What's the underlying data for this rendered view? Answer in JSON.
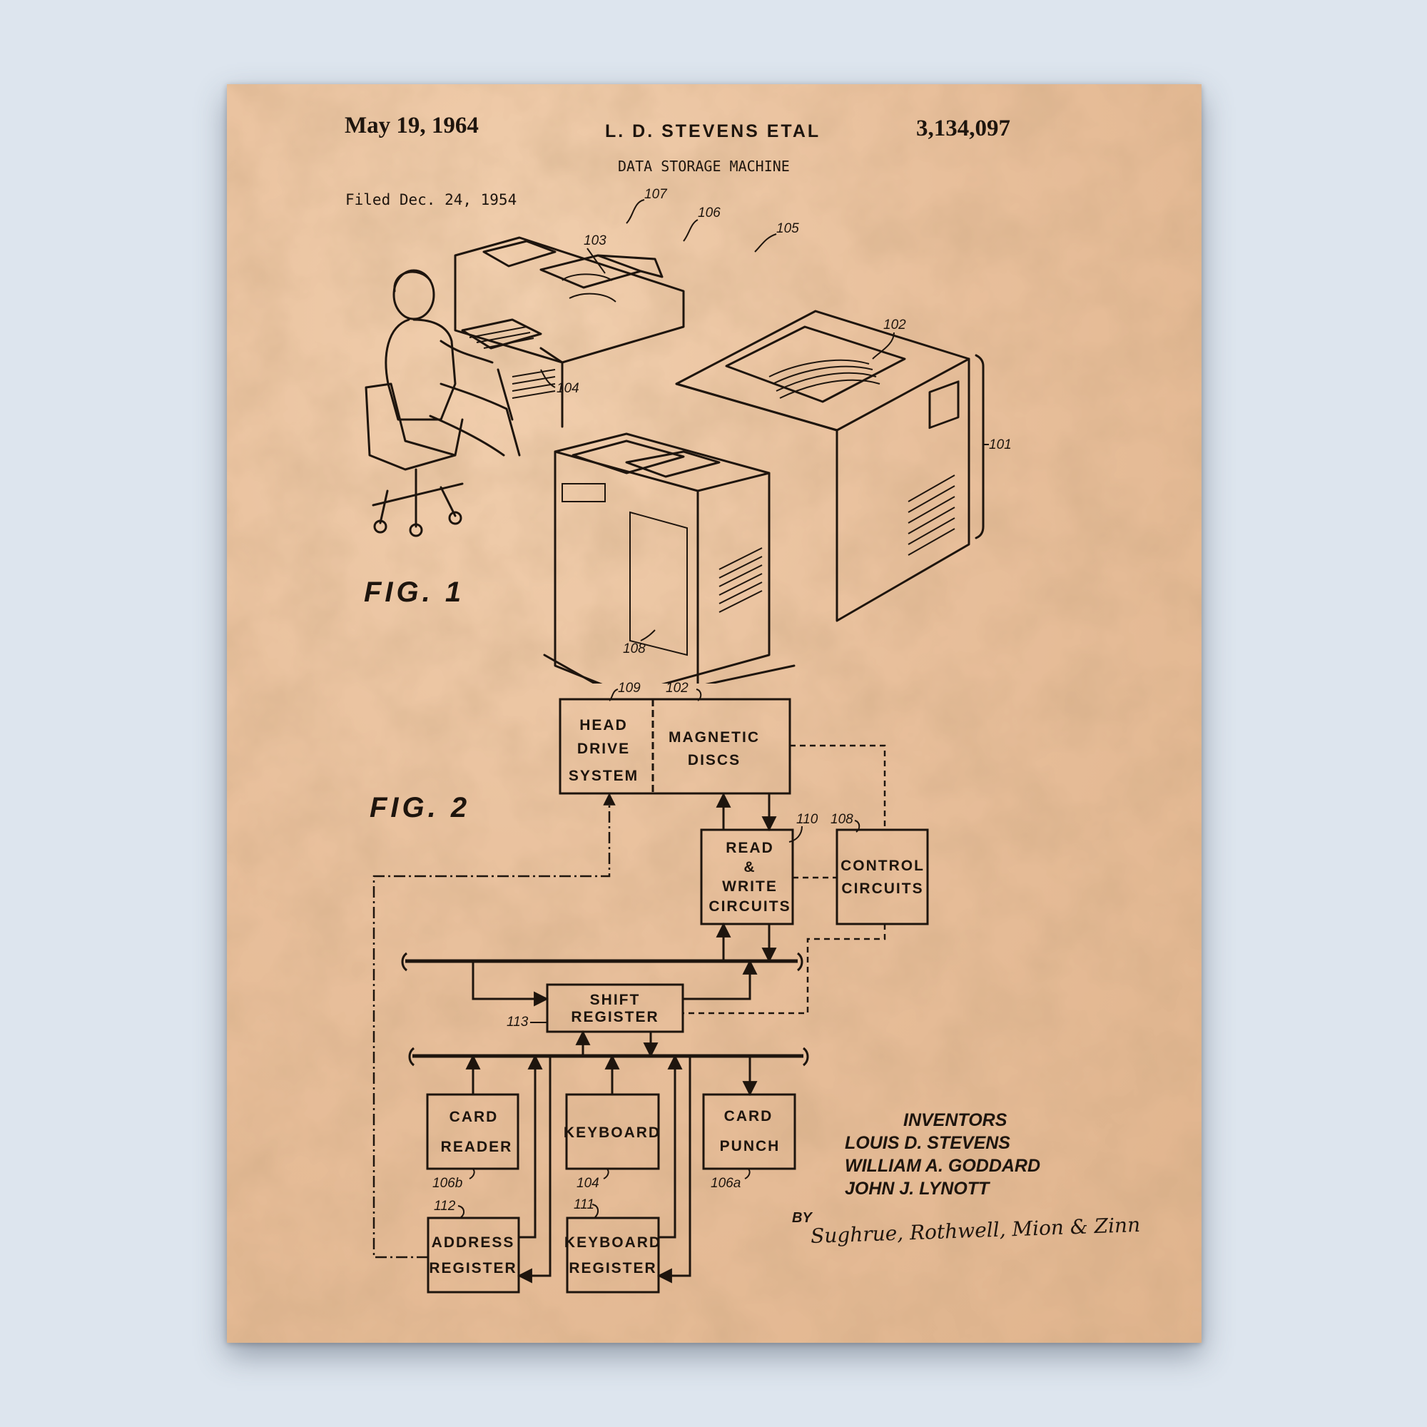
{
  "header": {
    "date": "May 19, 1964",
    "inventors_short": "L. D. STEVENS ETAL",
    "patent_number": "3,134,097",
    "title": "DATA STORAGE MACHINE",
    "filed": "Filed Dec. 24, 1954"
  },
  "figures": {
    "fig1_label": "FIG. 1",
    "fig2_label": "FIG. 2",
    "fig1_refs": [
      "107",
      "106",
      "105",
      "103",
      "102",
      "104",
      "101",
      "108"
    ]
  },
  "diagram": {
    "head_drive": [
      "HEAD",
      "DRIVE",
      "SYSTEM"
    ],
    "magnetic_discs": [
      "MAGNETIC",
      "DISCS"
    ],
    "read_write": [
      "READ",
      "&",
      "WRITE",
      "CIRCUITS"
    ],
    "control": [
      "CONTROL",
      "CIRCUITS"
    ],
    "shift_register": [
      "SHIFT",
      "REGISTER"
    ],
    "card_reader": [
      "CARD",
      "READER"
    ],
    "keyboard": [
      "KEYBOARD"
    ],
    "card_punch": [
      "CARD",
      "PUNCH"
    ],
    "address_register": [
      "ADDRESS",
      "REGISTER"
    ],
    "keyboard_register": [
      "KEYBOARD",
      "REGISTER"
    ],
    "refs": {
      "head_drive": "109",
      "magnetic_discs": "102",
      "read_write": "110",
      "control": "108",
      "shift_register": "113",
      "card_reader": "106b",
      "keyboard": "104",
      "card_punch": "106a",
      "address_register": "112",
      "keyboard_register": "111"
    }
  },
  "credits": {
    "heading": "INVENTORS",
    "names": [
      "LOUIS D. STEVENS",
      "WILLIAM A. GODDARD",
      "JOHN J. LYNOTT"
    ],
    "by": "BY",
    "attorneys": "Sughrue, Rothwell, Mion & Zinn"
  },
  "colors": {
    "paper": "#e8bf9b",
    "ink": "#1e150e",
    "background": "#dde5ee"
  }
}
